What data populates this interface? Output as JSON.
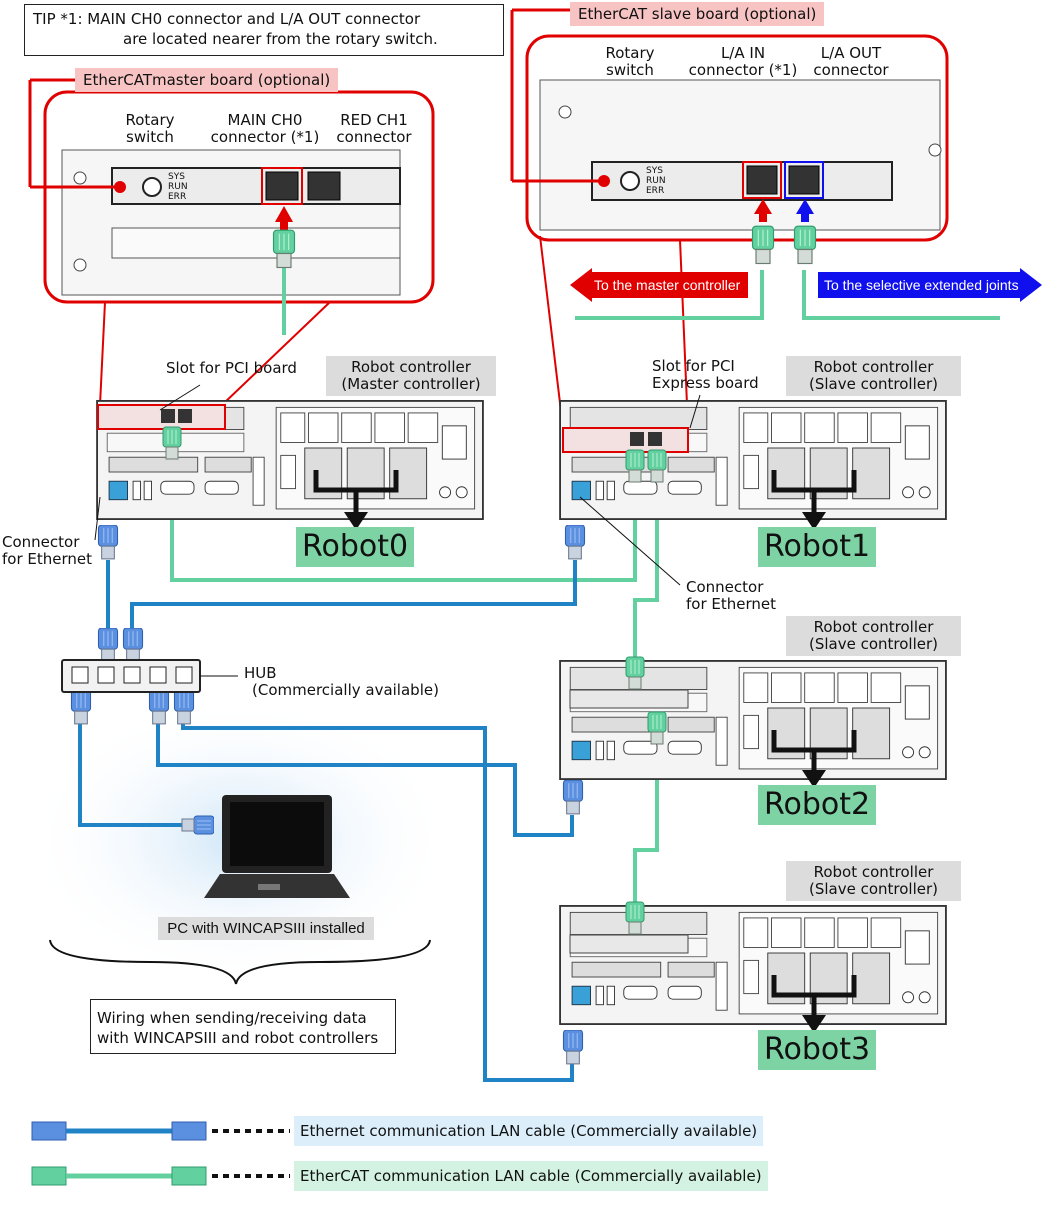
{
  "tip": {
    "line1": "TIP  *1:  MAIN CH0 connector and L/A OUT connector",
    "line2": "are located nearer from the rotary switch."
  },
  "master_board": {
    "title": "EtherCATmaster board (optional)",
    "rotary_switch": [
      "Rotary",
      "switch"
    ],
    "main_ch0": [
      "MAIN CH0",
      "connector (*1)"
    ],
    "red_ch1": [
      "RED CH1",
      "connector"
    ],
    "leds": [
      "SYS",
      "RUN",
      "ERR"
    ]
  },
  "slave_board": {
    "title": "EtherCAT slave board (optional)",
    "rotary_switch": [
      "Rotary",
      "switch"
    ],
    "la_in": [
      "L/A IN",
      "connector (*1)"
    ],
    "la_out": [
      "L/A OUT",
      "connector"
    ],
    "leds": [
      "SYS",
      "RUN",
      "ERR"
    ]
  },
  "arrows": {
    "to_master": "To the master controller",
    "to_joints": "To the selective extended joints"
  },
  "slots": {
    "pci": "Slot for PCI board",
    "pci_express": [
      "Slot for PCI",
      "Express board"
    ]
  },
  "controllers": [
    {
      "label": [
        "Robot controller",
        "(Master controller)"
      ],
      "robot": "Robot0"
    },
    {
      "label": [
        "Robot controller",
        "(Slave controller)"
      ],
      "robot": "Robot1"
    },
    {
      "label": [
        "Robot controller",
        "(Slave controller)"
      ],
      "robot": "Robot2"
    },
    {
      "label": [
        "Robot controller",
        "(Slave controller)"
      ],
      "robot": "Robot3"
    }
  ],
  "ethernet_connector": [
    "Connector",
    "for Ethernet"
  ],
  "hub": [
    "HUB",
    "(Commercially available)"
  ],
  "pc_label": "PC with WINCAPSIII installed",
  "wiring_note": [
    "Wiring when sending/receiving data",
    "with WINCAPSIII and robot controllers"
  ],
  "legend": {
    "ethernet": "Ethernet communication LAN cable (Commercially available)",
    "ethercat": "EtherCAT communication LAN cable (Commercially available)"
  },
  "colors": {
    "ethernet_cable": "#1f83c6",
    "ethercat_cable": "#63d0a0",
    "red_frame": "#e00000",
    "blue_arrow": "#1010ee",
    "legend_eth_bg": "#dceefa",
    "legend_ecat_bg": "#d3f2e2"
  }
}
